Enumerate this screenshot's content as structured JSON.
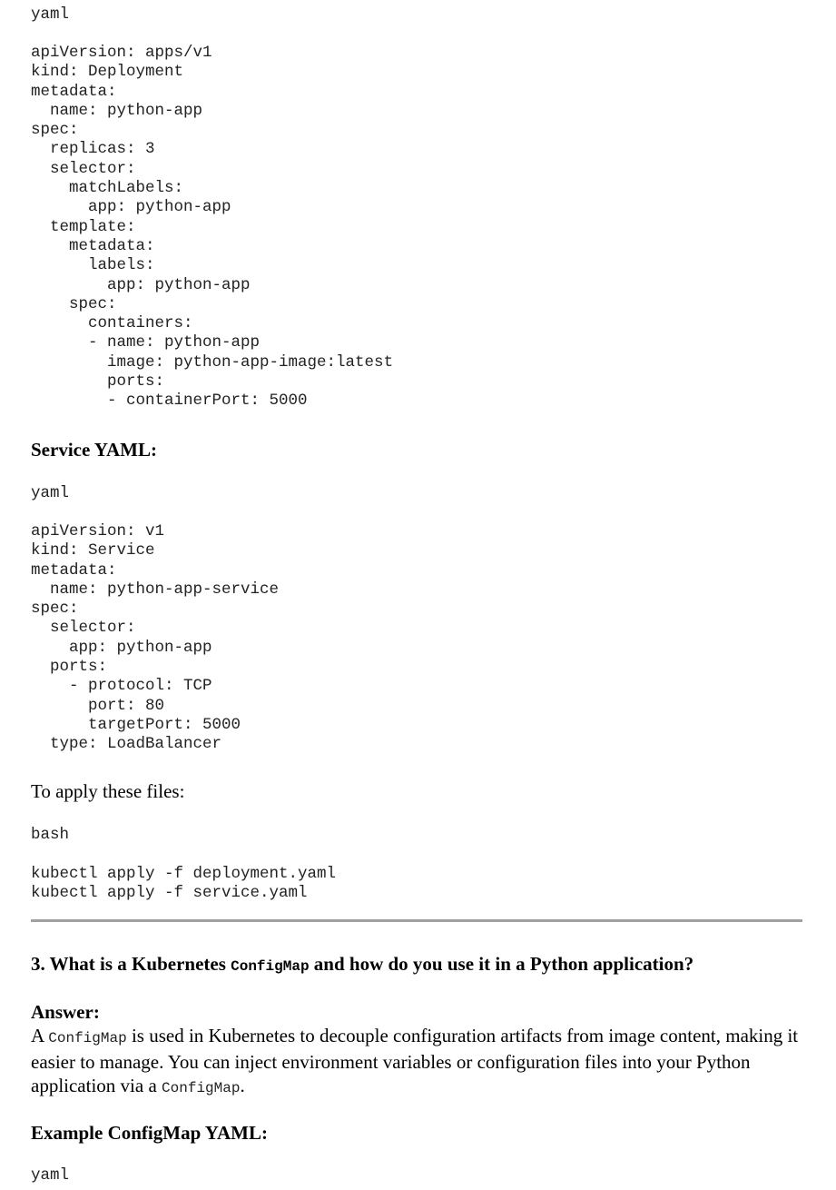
{
  "block1": {
    "lang": "yaml",
    "lines": [
      "apiVersion: apps/v1",
      "kind: Deployment",
      "metadata:",
      "  name: python-app",
      "spec:",
      "  replicas: 3",
      "  selector:",
      "    matchLabels:",
      "      app: python-app",
      "  template:",
      "    metadata:",
      "      labels:",
      "        app: python-app",
      "    spec:",
      "      containers:",
      "      - name: python-app",
      "        image: python-app-image:latest",
      "        ports:",
      "        - containerPort: 5000"
    ]
  },
  "service_heading": "Service YAML:",
  "block2": {
    "lang": "yaml",
    "lines": [
      "apiVersion: v1",
      "kind: Service",
      "metadata:",
      "  name: python-app-service",
      "spec:",
      "  selector:",
      "    app: python-app",
      "  ports:",
      "    - protocol: TCP",
      "      port: 80",
      "      targetPort: 5000",
      "  type: LoadBalancer"
    ]
  },
  "apply_text": "To apply these files:",
  "block3": {
    "lang": "bash",
    "lines": [
      "kubectl apply -f deployment.yaml",
      "kubectl apply -f service.yaml"
    ]
  },
  "question": {
    "prefix": "3. What is a Kubernetes ",
    "code": "ConfigMap",
    "suffix": " and how do you use it in a Python application?"
  },
  "answer": {
    "label": "Answer:",
    "part1": "A ",
    "code1": "ConfigMap",
    "part2": " is used in Kubernetes to decouple configuration artifacts from image content, making it easier to manage. You can inject environment variables or configuration files into your Python application via a ",
    "code2": "ConfigMap",
    "part3": "."
  },
  "example_heading": "Example ConfigMap YAML:",
  "block4": {
    "lang": "yaml"
  }
}
